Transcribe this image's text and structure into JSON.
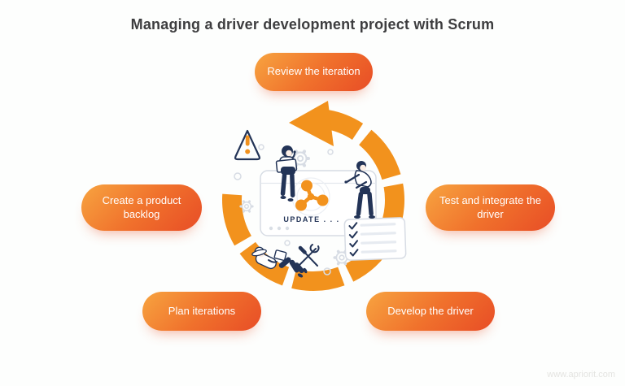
{
  "title": "Managing a driver development project with Scrum",
  "steps": [
    {
      "label": "Review the iteration"
    },
    {
      "label": "Test and integrate the driver"
    },
    {
      "label": "Develop the driver"
    },
    {
      "label": "Plan iterations"
    },
    {
      "label": "Create a product backlog"
    }
  ],
  "illustration": {
    "update_label": "UPDATE . . .",
    "icons": [
      "circular-arrow-icon",
      "browser-window-icon",
      "update-app-icon",
      "checklist-icon",
      "warning-triangle-icon",
      "gear-icon",
      "wrench-screwdriver-icon"
    ]
  },
  "watermark": "www.apriorit.com",
  "colors": {
    "orange": "#F2921D",
    "pill_gradient_start": "#F7A440",
    "pill_gradient_end": "#E84D26",
    "navy": "#233457",
    "outline_gray": "#D7DCE4",
    "title_text": "#3D3D3F",
    "watermark_text": "#E4E4E1"
  }
}
